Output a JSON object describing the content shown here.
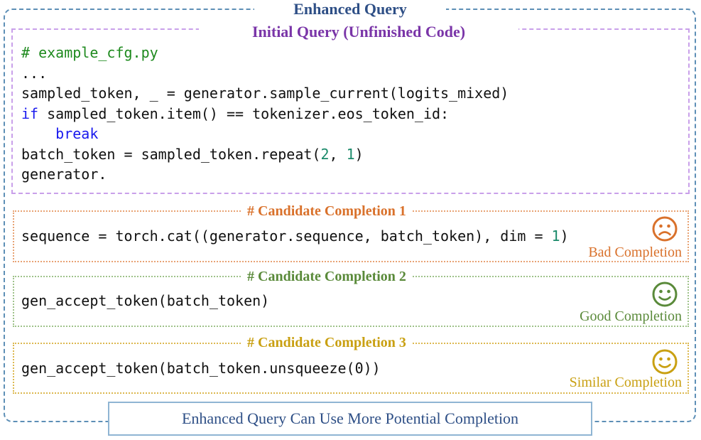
{
  "enhanced_query": {
    "title": "Enhanced Query",
    "footer": "Enhanced Query Can Use More Potential Completion"
  },
  "initial_query": {
    "title": "Initial Query (Unfinished Code)",
    "code": {
      "comment": "# example_cfg.py",
      "ellipsis": "...",
      "line3": "sampled_token, _ = generator.sample_current(logits_mixed)",
      "line4_kw": "if",
      "line4_rest": " sampled_token.item() == tokenizer.eos_token_id:",
      "line5_indent": "    ",
      "line5_kw": "break",
      "line6_a": "batch_token = sampled_token.repeat(",
      "line6_n1": "2",
      "line6_b": ", ",
      "line6_n2": "1",
      "line6_c": ")",
      "line7": "generator."
    }
  },
  "candidates": [
    {
      "title": "# Candidate Completion 1",
      "code_a": "sequence = torch.cat((generator.sequence, batch_token), dim = ",
      "code_num": "1",
      "code_b": ")",
      "verdict": "Bad Completion",
      "face_icon": "sad-face-icon",
      "color": "#d9712b"
    },
    {
      "title": "# Candidate Completion 2",
      "code": "gen_accept_token(batch_token)",
      "verdict": "Good Completion",
      "face_icon": "smile-face-icon",
      "color": "#5a8a3a"
    },
    {
      "title": "# Candidate Completion 3",
      "code": "gen_accept_token(batch_token.unsqueeze(0))",
      "verdict": "Similar Completion",
      "face_icon": "smile-face-icon",
      "color": "#c9a012"
    }
  ]
}
